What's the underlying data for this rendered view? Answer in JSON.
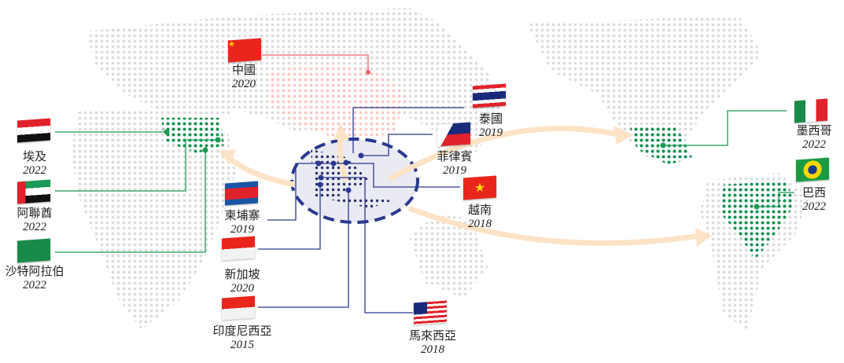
{
  "title": "海外業務覆蓋",
  "countries": [
    {
      "id": "china",
      "name": "中國",
      "year": "2020",
      "group": "china"
    },
    {
      "id": "egypt",
      "name": "埃及",
      "year": "2022",
      "group": "middle-east"
    },
    {
      "id": "uae",
      "name": "阿聯酋",
      "year": "2022",
      "group": "middle-east"
    },
    {
      "id": "saudi",
      "name": "沙特阿拉伯",
      "year": "2022",
      "group": "middle-east"
    },
    {
      "id": "cambodia",
      "name": "柬埔寨",
      "year": "2019",
      "group": "southeast-asia"
    },
    {
      "id": "singapore",
      "name": "新加坡",
      "year": "2020",
      "group": "southeast-asia"
    },
    {
      "id": "indonesia",
      "name": "印度尼西亞",
      "year": "2015",
      "group": "southeast-asia"
    },
    {
      "id": "malaysia",
      "name": "馬來西亞",
      "year": "2018",
      "group": "southeast-asia"
    },
    {
      "id": "thailand",
      "name": "泰國",
      "year": "2019",
      "group": "southeast-asia"
    },
    {
      "id": "philippines",
      "name": "菲律賓",
      "year": "2019",
      "group": "southeast-asia"
    },
    {
      "id": "vietnam",
      "name": "越南",
      "year": "2018",
      "group": "southeast-asia"
    },
    {
      "id": "mexico",
      "name": "墨西哥",
      "year": "2022",
      "group": "latin-america"
    },
    {
      "id": "brazil",
      "name": "巴西",
      "year": "2022",
      "group": "latin-america"
    }
  ],
  "colors": {
    "china": "#f0606a",
    "middle_east": "#1a9a55",
    "southeast_asia": "#2a3990",
    "latin_america": "#1a9a55",
    "arrow": "#fde6cc",
    "land": "#d8d8d8"
  }
}
